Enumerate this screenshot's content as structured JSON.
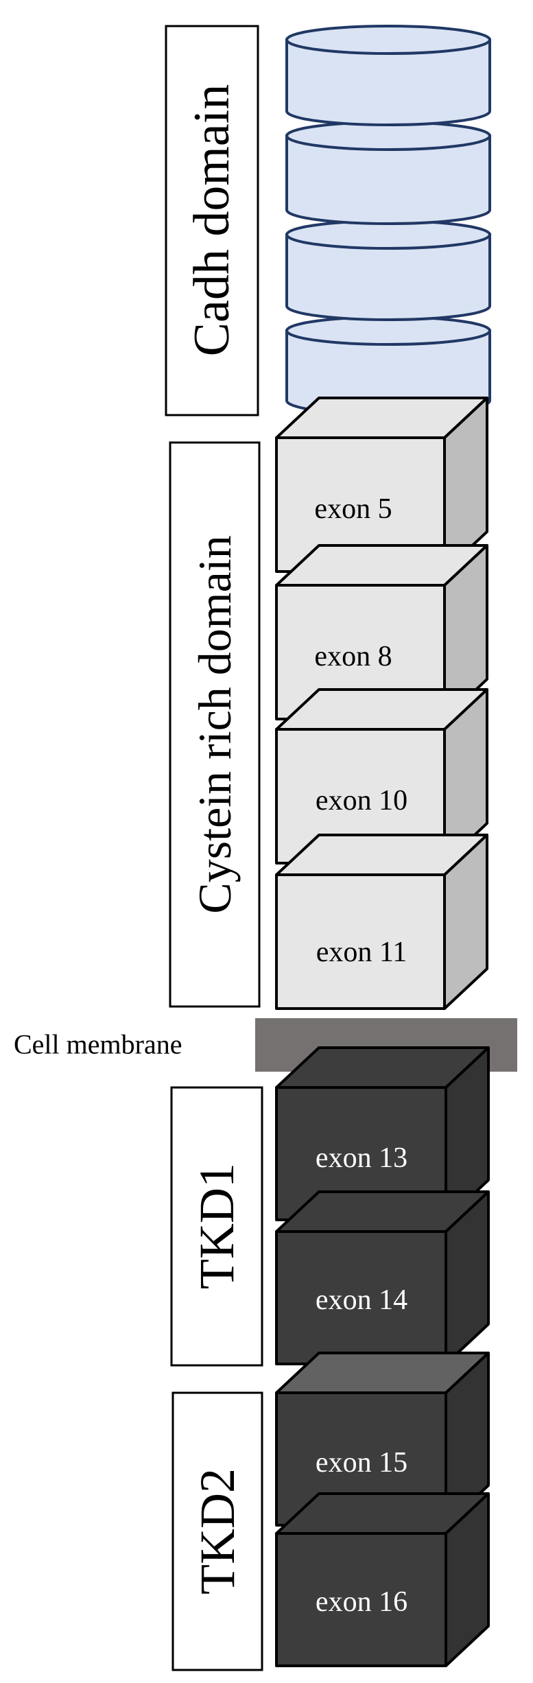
{
  "domains": {
    "cadh": "Cadh domain",
    "cysteine": "Cystein rich domain",
    "tkd1": "TKD1",
    "tkd2": "TKD2"
  },
  "membrane_label": "Cell membrane",
  "exons": {
    "e5": "exon 5",
    "e8": "exon 8",
    "e10": "exon 10",
    "e11": "exon 11",
    "e13": "exon 13",
    "e14": "exon 14",
    "e15": "exon 15",
    "e16": "exon 16"
  },
  "colors": {
    "cadh_fill": "#dae3f3",
    "cadh_stroke": "#203864",
    "light_cube_front": "#e6e6e6",
    "light_cube_side": "#bdbdbd",
    "dark_cube_front": "#3d3d3d",
    "dark_cube_side": "#333333",
    "dark_cube_top_special": "#626262",
    "membrane": "#767171"
  }
}
